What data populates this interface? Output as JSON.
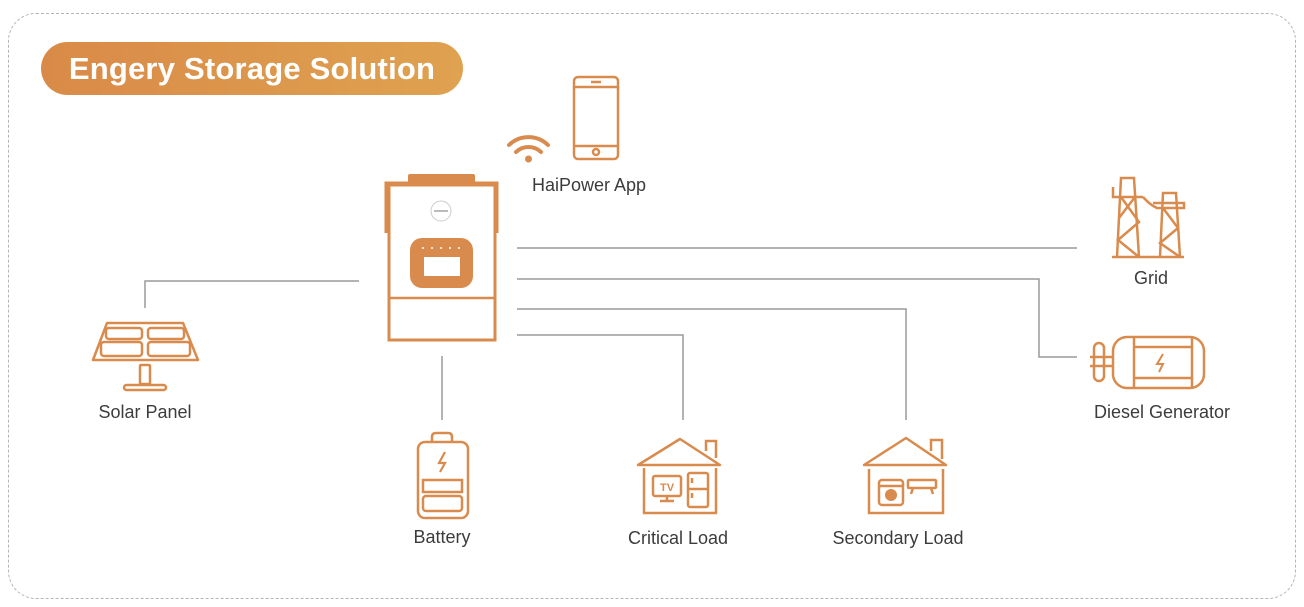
{
  "title": "Engery Storage Solution",
  "colors": {
    "accent": "#d98b4e",
    "connector": "#9a9a9a",
    "label_text": "#3c3c3c",
    "frame_border": "#b4b4b4"
  },
  "nodes": {
    "inverter": {
      "label": "",
      "icon": "hybrid-inverter-icon"
    },
    "app": {
      "label": "HaiPower App",
      "icon": "smartphone-icon",
      "extra_icon": "wifi-icon"
    },
    "grid": {
      "label": "Grid",
      "icon": "power-tower-icon"
    },
    "diesel_generator": {
      "label": "Diesel Generator",
      "icon": "generator-icon"
    },
    "solar_panel": {
      "label": "Solar Panel",
      "icon": "solar-panel-icon"
    },
    "battery": {
      "label": "Battery",
      "icon": "battery-icon"
    },
    "critical_load": {
      "label": "Critical Load",
      "icon": "house-tv-fridge-icon",
      "tv_text": "TV"
    },
    "secondary_load": {
      "label": "Secondary Load",
      "icon": "house-washer-ac-icon"
    }
  },
  "connections": [
    {
      "from": "inverter",
      "to": "solar_panel"
    },
    {
      "from": "inverter",
      "to": "battery"
    },
    {
      "from": "inverter",
      "to": "grid"
    },
    {
      "from": "inverter",
      "to": "diesel_generator"
    },
    {
      "from": "inverter",
      "to": "secondary_load"
    },
    {
      "from": "inverter",
      "to": "critical_load"
    }
  ]
}
